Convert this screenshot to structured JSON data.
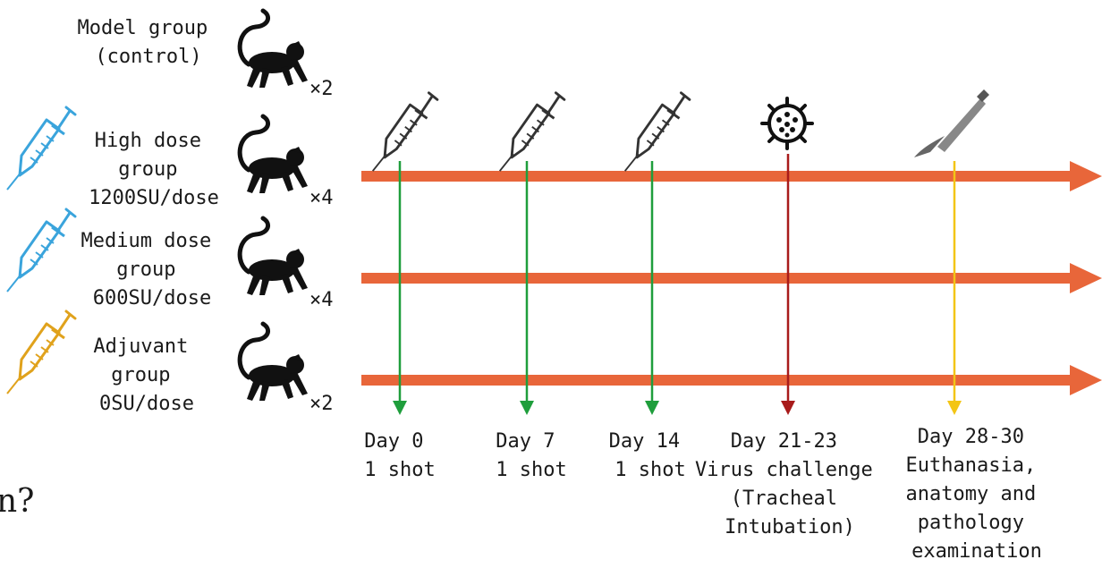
{
  "groups": [
    {
      "lines": [
        "Model group",
        "(control)"
      ],
      "count": "×2"
    },
    {
      "lines": [
        "High dose",
        "group",
        "1200SU/dose"
      ],
      "count": "×4"
    },
    {
      "lines": [
        "Medium dose",
        "group",
        "600SU/dose"
      ],
      "count": "×4"
    },
    {
      "lines": [
        "Adjuvant",
        "group",
        "0SU/dose"
      ],
      "count": "×2"
    }
  ],
  "timeline": [
    {
      "lines": [
        "Day 0",
        "1 shot"
      ]
    },
    {
      "lines": [
        "Day 7",
        "1 shot"
      ]
    },
    {
      "lines": [
        "Day 14",
        "1 shot"
      ]
    },
    {
      "lines": [
        "Day 21-23",
        "Virus challenge",
        "(Tracheal",
        "Intubation)"
      ]
    },
    {
      "lines": [
        "Day 28-30",
        "Euthanasia,",
        "anatomy and",
        "pathology",
        "examination"
      ]
    }
  ],
  "fragments": {
    "left_mark": "n?"
  },
  "colors": {
    "arrow": "#e8663a",
    "shot_line": "#1f9e3c",
    "virus_line": "#a81b1b",
    "euthanasia_line": "#f3c515",
    "syringe_blue": "#3aa4dc",
    "syringe_gold": "#e0a21c",
    "monkey": "#111111"
  },
  "icons": {
    "monkey": "monkey-icon",
    "syringe": "syringe-icon",
    "virus": "virus-icon",
    "scalpel": "scalpel-icon"
  }
}
